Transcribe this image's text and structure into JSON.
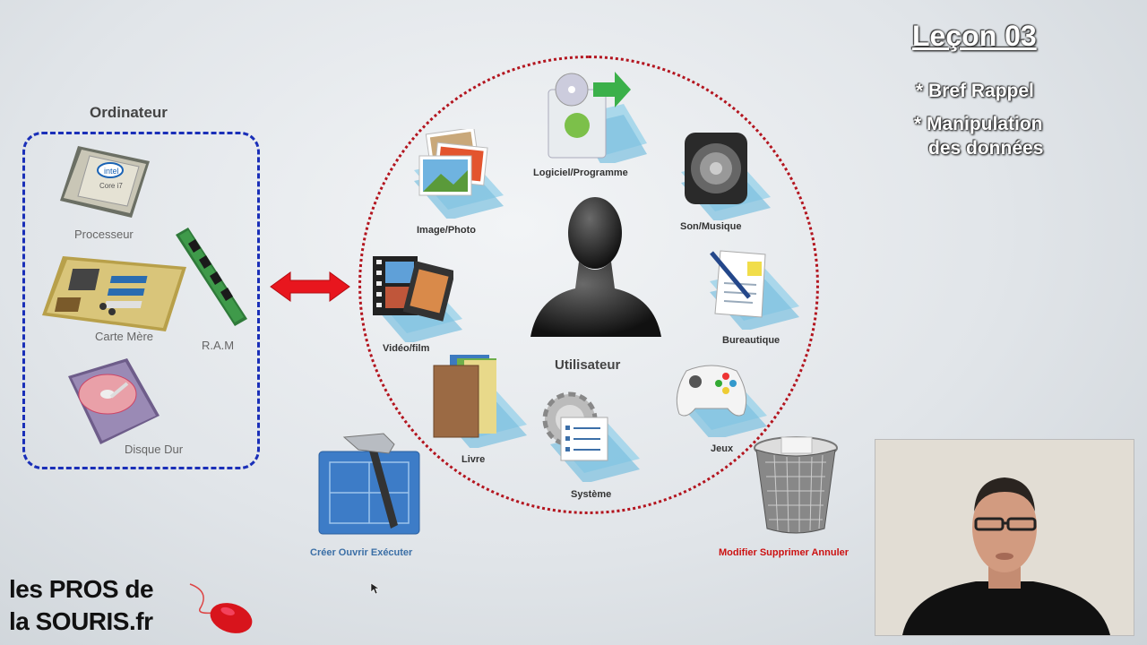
{
  "lesson": {
    "title": "Leçon 03",
    "bullets": [
      "* Bref Rappel",
      "* Manipulation",
      "des données"
    ]
  },
  "computer": {
    "title": "Ordinateur",
    "components": [
      {
        "label": "Processeur",
        "icon": "cpu-icon"
      },
      {
        "label": "Carte Mère",
        "icon": "motherboard-icon"
      },
      {
        "label": "R.A.M",
        "icon": "ram-icon"
      },
      {
        "label": "Disque Dur",
        "icon": "hard-drive-icon"
      }
    ]
  },
  "user": {
    "center_label": "Utilisateur",
    "categories": [
      {
        "label": "Logiciel/Programme",
        "icon": "software-install-icon"
      },
      {
        "label": "Son/Musique",
        "icon": "speaker-icon"
      },
      {
        "label": "Bureautique",
        "icon": "document-pen-icon"
      },
      {
        "label": "Jeux",
        "icon": "gamepad-icon"
      },
      {
        "label": "Système",
        "icon": "system-gear-icon"
      },
      {
        "label": "Livre",
        "icon": "books-icon"
      },
      {
        "label": "Vidéo/film",
        "icon": "film-icon"
      },
      {
        "label": "Image/Photo",
        "icon": "photos-icon"
      }
    ]
  },
  "actions": {
    "create_label": "Créer Ouvrir Exécuter",
    "modify_label": "Modifier Supprimer Annuler"
  },
  "logo": {
    "line1": "les PROS de",
    "line2": "la SOURIS.fr"
  },
  "colors": {
    "computer_border": "#1a2fb8",
    "circle_border": "#b3151f",
    "arrow": "#e8161e",
    "create_text": "#3b6fa6",
    "modify_text": "#cc1111"
  }
}
